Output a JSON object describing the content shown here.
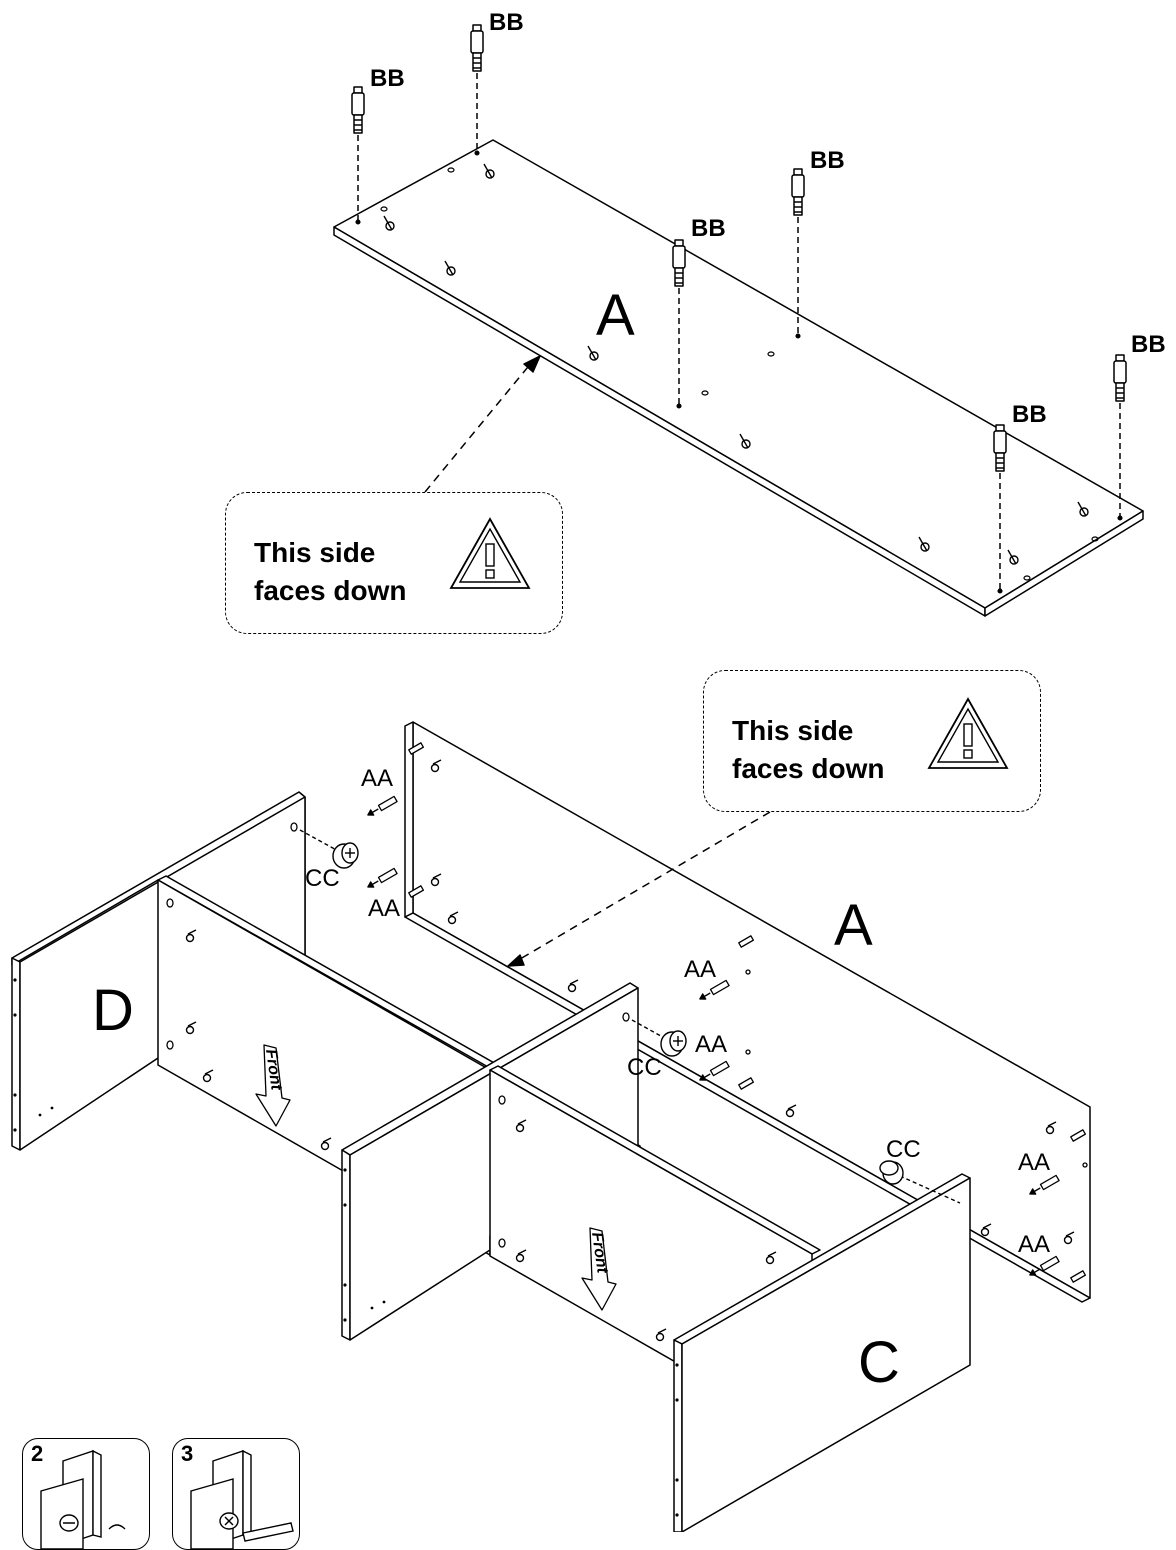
{
  "top_section": {
    "panel_label": "A",
    "dowel_label": "BB",
    "callout_text": "This side\nfaces down"
  },
  "bottom_section": {
    "panel_a_label": "A",
    "panel_c_label": "C",
    "panel_d_label": "D",
    "pin_label": "AA",
    "cam_label": "CC",
    "front_label": "Front",
    "callout_text": "This side\nfaces down"
  },
  "insets": [
    {
      "number": "2"
    },
    {
      "number": "3"
    }
  ],
  "icons": {
    "warning": "warning-triangle-icon",
    "dowel": "cam-dowel-icon",
    "cam": "cam-lock-icon",
    "pin": "wood-pin-icon",
    "front_arrow": "front-arrow-icon"
  }
}
